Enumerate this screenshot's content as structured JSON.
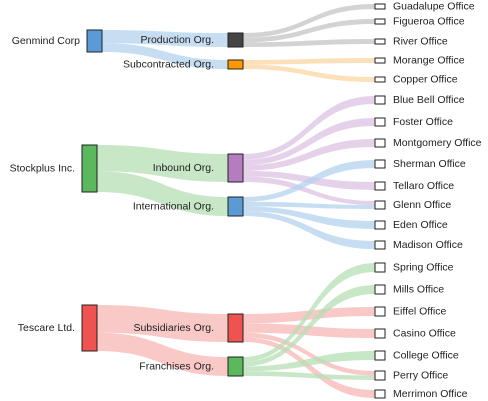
{
  "diagram": {
    "type": "sankey",
    "colors": {
      "blue": "#5b9bd5",
      "green": "#5cb85c",
      "red": "#ef5350",
      "dark": "#444444",
      "orange": "#ff9800",
      "purple": "#b57cc0",
      "gray": "#a6a6a6",
      "link_blue": "#b3d1ee",
      "link_green": "#b4dfb4",
      "link_red": "#f7b7b5",
      "link_orange": "#fbd5a2",
      "link_purple": "#dcc2e3",
      "link_gray": "#c4c4c4"
    },
    "nodes": [
      {
        "id": "genmind",
        "label": "Genmind Corp",
        "color": "blue"
      },
      {
        "id": "stockplus",
        "label": "Stockplus Inc.",
        "color": "green"
      },
      {
        "id": "tescare",
        "label": "Tescare Ltd.",
        "color": "red"
      },
      {
        "id": "production",
        "label": "Production Org.",
        "color": "dark"
      },
      {
        "id": "subcontracted",
        "label": "Subcontracted Org.",
        "color": "orange"
      },
      {
        "id": "inbound",
        "label": "Inbound Org.",
        "color": "purple"
      },
      {
        "id": "international",
        "label": "International Org.",
        "color": "blue"
      },
      {
        "id": "subsidiaries",
        "label": "Subsidiaries Org.",
        "color": "red"
      },
      {
        "id": "franchises",
        "label": "Franchises Org.",
        "color": "green"
      },
      {
        "id": "guadalupe",
        "label": "Guadalupe Office"
      },
      {
        "id": "figueroa",
        "label": "Figueroa Office"
      },
      {
        "id": "river",
        "label": "River Office"
      },
      {
        "id": "morange",
        "label": "Morange Office"
      },
      {
        "id": "copper",
        "label": "Copper Office"
      },
      {
        "id": "bluebell",
        "label": "Blue Bell Office"
      },
      {
        "id": "foster",
        "label": "Foster Office"
      },
      {
        "id": "montgomery",
        "label": "Montgomery Office"
      },
      {
        "id": "sherman",
        "label": "Sherman Office"
      },
      {
        "id": "tellaro",
        "label": "Tellaro Office"
      },
      {
        "id": "glenn",
        "label": "Glenn Office"
      },
      {
        "id": "eden",
        "label": "Eden Office"
      },
      {
        "id": "madison",
        "label": "Madison Office"
      },
      {
        "id": "spring",
        "label": "Spring Office"
      },
      {
        "id": "mills",
        "label": "Mills Office"
      },
      {
        "id": "eiffel",
        "label": "Eiffel Office"
      },
      {
        "id": "casino",
        "label": "Casino Office"
      },
      {
        "id": "college",
        "label": "College Office"
      },
      {
        "id": "perry",
        "label": "Perry Office"
      },
      {
        "id": "merrimon",
        "label": "Merrimon Office"
      }
    ],
    "links": [
      {
        "source": "genmind",
        "target": "production",
        "value": 3,
        "color": "link_blue"
      },
      {
        "source": "genmind",
        "target": "subcontracted",
        "value": 2,
        "color": "link_blue"
      },
      {
        "source": "stockplus",
        "target": "inbound",
        "value": 5,
        "color": "link_green"
      },
      {
        "source": "stockplus",
        "target": "international",
        "value": 4,
        "color": "link_green"
      },
      {
        "source": "tescare",
        "target": "subsidiaries",
        "value": 6,
        "color": "link_red"
      },
      {
        "source": "tescare",
        "target": "franchises",
        "value": 4,
        "color": "link_red"
      },
      {
        "source": "production",
        "target": "guadalupe",
        "value": 1,
        "color": "link_gray"
      },
      {
        "source": "production",
        "target": "figueroa",
        "value": 1,
        "color": "link_gray"
      },
      {
        "source": "production",
        "target": "river",
        "value": 1,
        "color": "link_gray"
      },
      {
        "source": "subcontracted",
        "target": "morange",
        "value": 1,
        "color": "link_orange"
      },
      {
        "source": "subcontracted",
        "target": "copper",
        "value": 1,
        "color": "link_orange"
      },
      {
        "source": "inbound",
        "target": "bluebell",
        "value": 1,
        "color": "link_purple"
      },
      {
        "source": "inbound",
        "target": "foster",
        "value": 1,
        "color": "link_purple"
      },
      {
        "source": "inbound",
        "target": "montgomery",
        "value": 1,
        "color": "link_purple"
      },
      {
        "source": "inbound",
        "target": "tellaro",
        "value": 1,
        "color": "link_purple"
      },
      {
        "source": "inbound",
        "target": "glenn",
        "value": 1,
        "color": "link_purple"
      },
      {
        "source": "international",
        "target": "sherman",
        "value": 1,
        "color": "link_blue"
      },
      {
        "source": "international",
        "target": "glenn",
        "value": 1,
        "color": "link_blue"
      },
      {
        "source": "international",
        "target": "eden",
        "value": 1,
        "color": "link_blue"
      },
      {
        "source": "international",
        "target": "madison",
        "value": 1,
        "color": "link_blue"
      },
      {
        "source": "subsidiaries",
        "target": "eiffel",
        "value": 2,
        "color": "link_red"
      },
      {
        "source": "subsidiaries",
        "target": "casino",
        "value": 2,
        "color": "link_red"
      },
      {
        "source": "subsidiaries",
        "target": "perry",
        "value": 1,
        "color": "link_red"
      },
      {
        "source": "subsidiaries",
        "target": "merrimon",
        "value": 1,
        "color": "link_red"
      },
      {
        "source": "franchises",
        "target": "spring",
        "value": 1,
        "color": "link_green"
      },
      {
        "source": "franchises",
        "target": "mills",
        "value": 1,
        "color": "link_green"
      },
      {
        "source": "franchises",
        "target": "college",
        "value": 1,
        "color": "link_green"
      },
      {
        "source": "franchises",
        "target": "perry",
        "value": 1,
        "color": "link_green"
      }
    ]
  }
}
